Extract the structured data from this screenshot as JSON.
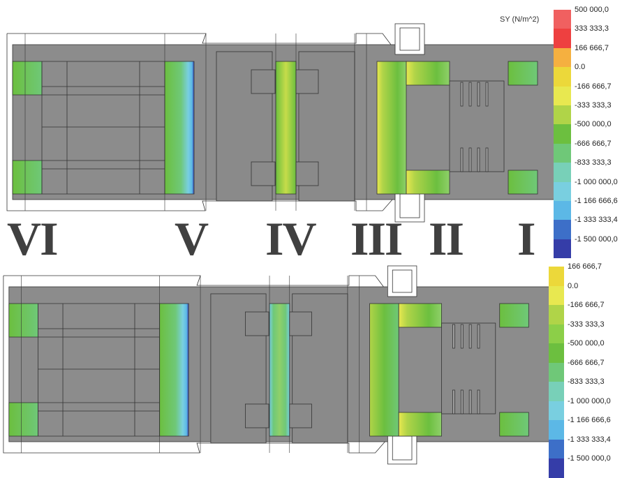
{
  "legend_title": "SY (N/m^2)",
  "legend_top": {
    "levels": [
      {
        "label": "500 000,0",
        "color": "#f06060"
      },
      {
        "label": "333 333,3",
        "color": "#ee4040"
      },
      {
        "label": "166 666,7",
        "color": "#f5b040"
      },
      {
        "label": "0.0",
        "color": "#ecd83a"
      },
      {
        "label": "-166 666,7",
        "color": "#e8e850"
      },
      {
        "label": "-333 333,3",
        "color": "#b0d448"
      },
      {
        "label": "-500 000,0",
        "color": "#6cbf3f"
      },
      {
        "label": "-666 666,7",
        "color": "#6fc878"
      },
      {
        "label": "-833 333,3",
        "color": "#78d0b8"
      },
      {
        "label": "-1 000 000,0",
        "color": "#79cfe0"
      },
      {
        "label": "-1 166 666,6",
        "color": "#5cb8e6"
      },
      {
        "label": "-1 333 333,4",
        "color": "#3d6fc8"
      },
      {
        "label": "-1 500 000,0",
        "color": "#353da8"
      }
    ]
  },
  "legend_bottom": {
    "levels": [
      {
        "label": "166 666,7",
        "color": "#ecd83a"
      },
      {
        "label": "0.0",
        "color": "#e8e850"
      },
      {
        "label": "-166 666,7",
        "color": "#b0d448"
      },
      {
        "label": "-333 333,3",
        "color": "#8ccf48"
      },
      {
        "label": "-500 000,0",
        "color": "#6cbf3f"
      },
      {
        "label": "-666 666,7",
        "color": "#6fc878"
      },
      {
        "label": "-833 333,3",
        "color": "#78d0b8"
      },
      {
        "label": "-1 000 000,0",
        "color": "#79cfe0"
      },
      {
        "label": "-1 166 666,6",
        "color": "#5cb8e6"
      },
      {
        "label": "-1 333 333,4",
        "color": "#3d6fc8"
      },
      {
        "label": "-1 500 000,0",
        "color": "#353da8"
      }
    ]
  },
  "sections": [
    "VI",
    "V",
    "IV",
    "III",
    "II",
    "I"
  ],
  "colors": {
    "deck_gray": "#8c8c8c",
    "outline": "#333333",
    "green": "#6cbf3f",
    "light_green": "#8fd06a",
    "yellow_green": "#c6dc4a",
    "cyan": "#79cfe0",
    "blue": "#3d52b8"
  }
}
